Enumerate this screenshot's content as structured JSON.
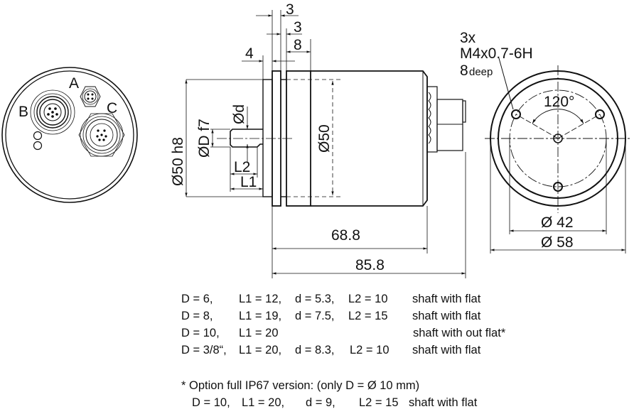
{
  "connector_view": {
    "labels": [
      "A",
      "B",
      "C"
    ]
  },
  "side_view": {
    "dims_top": [
      "3",
      "3",
      "8",
      "4"
    ],
    "dims_left": [
      "Ø50 h8",
      "ØD f7",
      "Ød"
    ],
    "dims_shaft": [
      "L2",
      "L1"
    ],
    "dim_body": "Ø50",
    "dims_bottom": [
      "68.8",
      "85.8"
    ]
  },
  "flange_view": {
    "thread_note": [
      "3x",
      "M4x0.7-6H",
      "8",
      "deep"
    ],
    "angle": "120°",
    "dims": [
      "Ø 42",
      "Ø 58"
    ]
  },
  "variants": [
    {
      "D": "D =   6,",
      "L1": "L1 = 12,",
      "d": "d = 5.3,",
      "L2": "L2 = 10",
      "type": "shaft with flat"
    },
    {
      "D": "D =   8,",
      "L1": "L1 = 19,",
      "d": "d = 7.5,",
      "L2": "L2 = 15",
      "type": "shaft with flat"
    },
    {
      "D": "D = 10,",
      "L1": "L1 = 20",
      "d": "",
      "L2": "",
      "type": "shaft with out flat*"
    },
    {
      "D": "D = 3/8“,",
      "L1": "L1 = 20,",
      "d": "d = 8.3,",
      "L2": "L2 = 10",
      "type": "shaft with flat"
    }
  ],
  "footnote": {
    "title": "* Option full IP67 version: (only D = Ø 10 mm)",
    "D": "D = 10,",
    "L1": "L1 = 20,",
    "d": "d = 9,",
    "L2": "L2 = 15",
    "type": "shaft with flat"
  }
}
